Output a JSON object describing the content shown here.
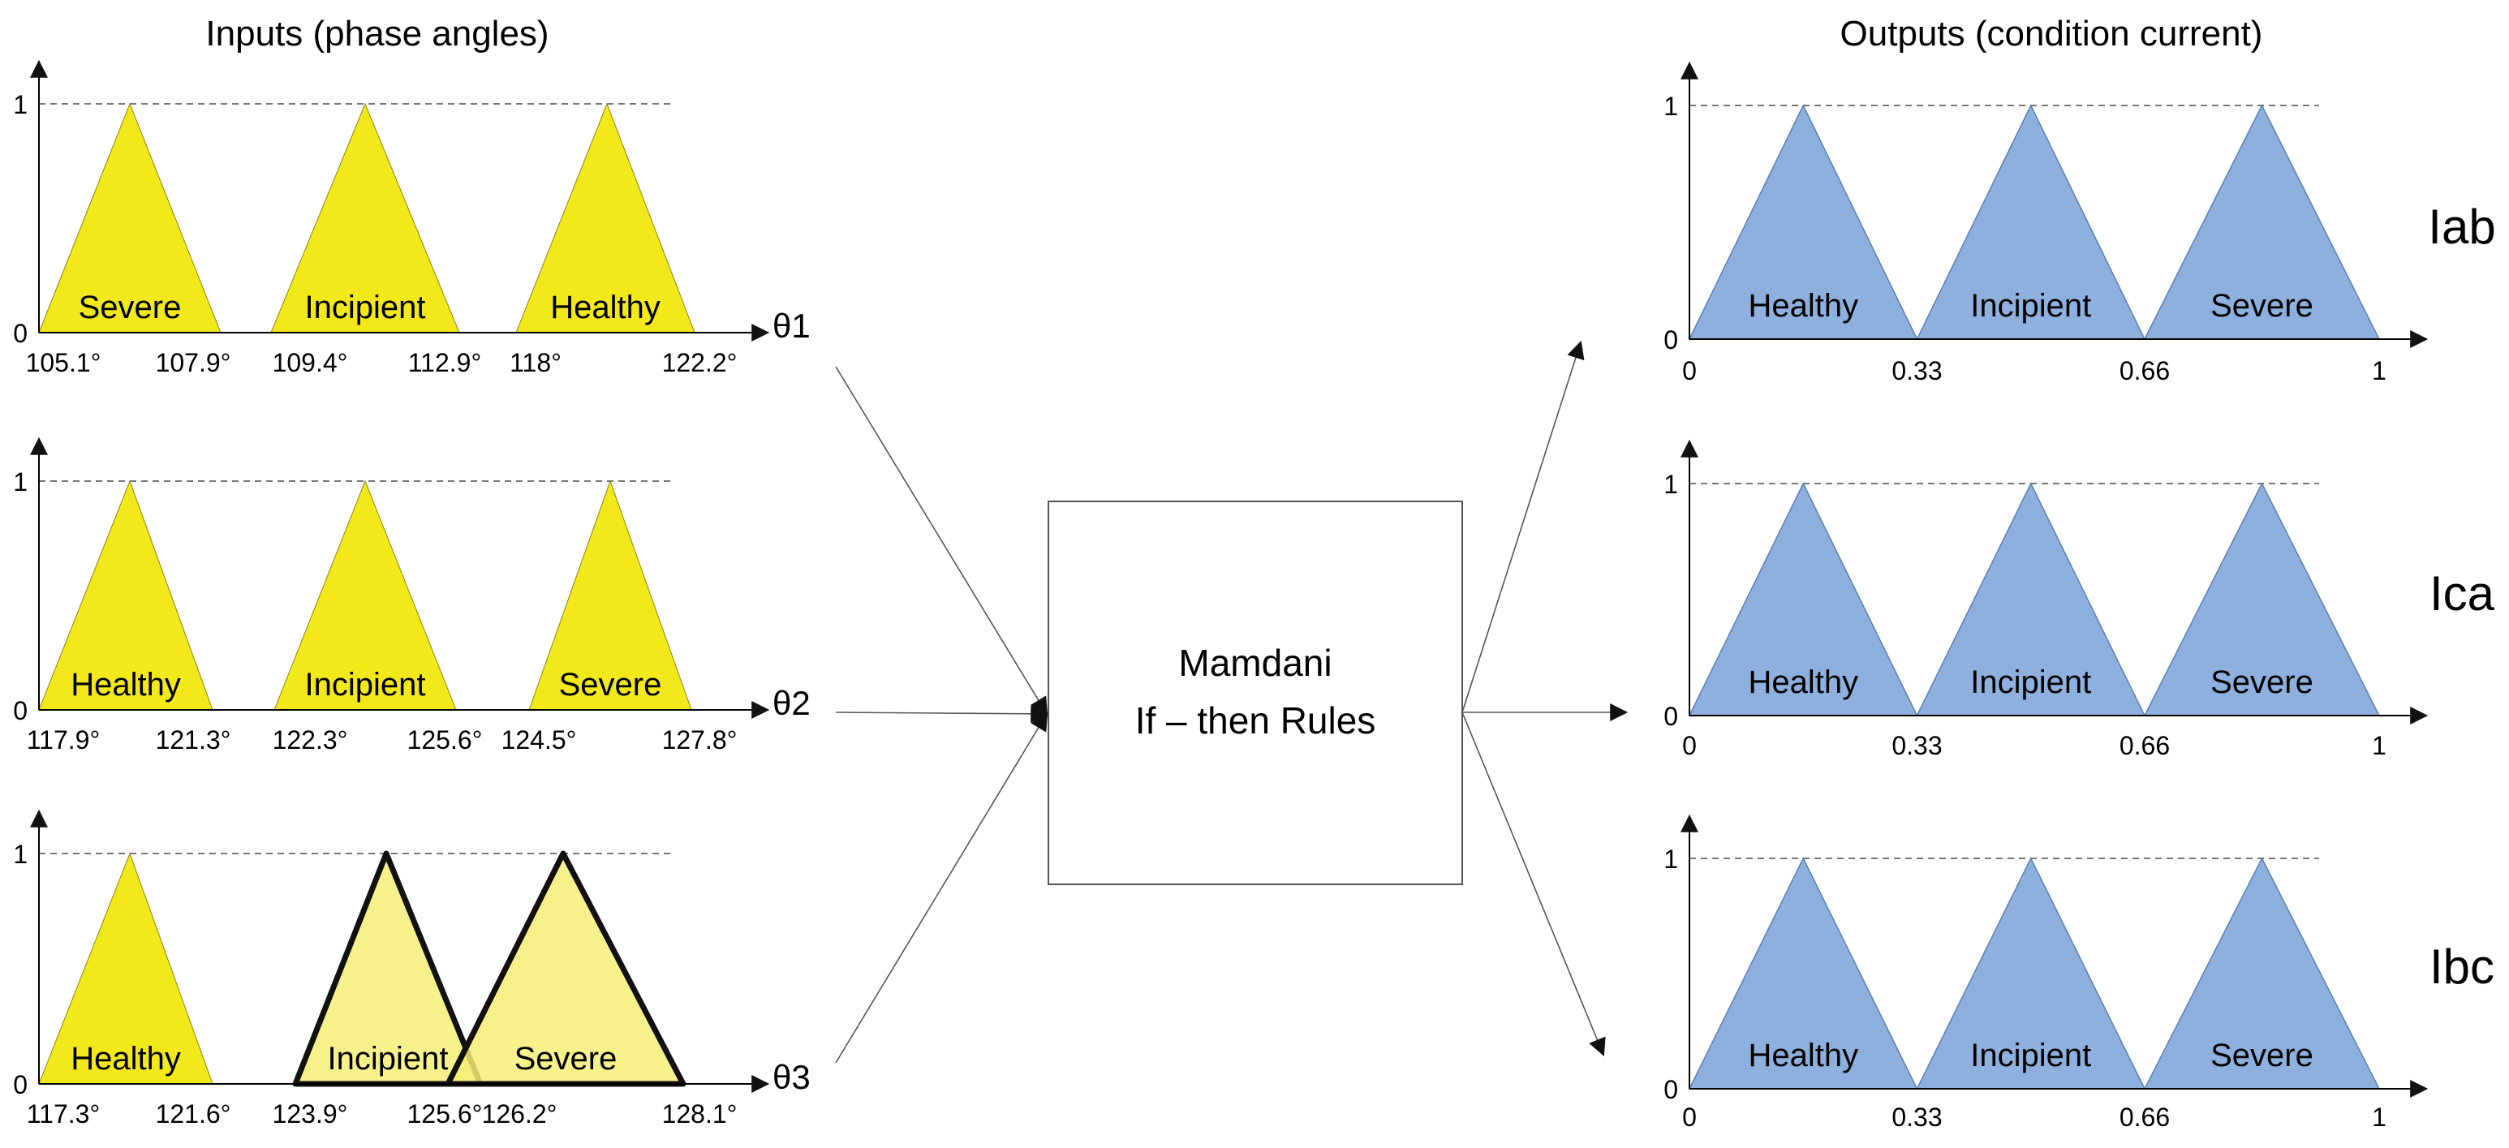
{
  "titles": {
    "inputs": "Inputs (phase angles)",
    "outputs": "Outputs (condition current)"
  },
  "y_ticks": [
    "0",
    "1"
  ],
  "colors": {
    "input_fill": "#f2e81a",
    "input_highlight_fill": "#f6ee78",
    "output_fill": "#8eb0de",
    "output_stroke": "#5a7fb0",
    "outline": "#111111"
  },
  "inputs": [
    {
      "symbol": "θ1",
      "ticks": [
        "105.1°",
        "107.9°",
        "109.4°",
        "112.9°",
        "118°",
        "122.2°"
      ],
      "sets": [
        {
          "label": "Severe",
          "range": [
            "105.1°",
            "107.9°"
          ],
          "highlighted": false
        },
        {
          "label": "Incipient",
          "range": [
            "109.4°",
            "112.9°"
          ],
          "highlighted": false
        },
        {
          "label": "Healthy",
          "range": [
            "118°",
            "122.2°"
          ],
          "highlighted": false
        }
      ]
    },
    {
      "symbol": "θ2",
      "ticks": [
        "117.9°",
        "121.3°",
        "122.3°",
        "125.6°",
        "124.5°",
        "127.8°"
      ],
      "sets": [
        {
          "label": "Healthy",
          "range": [
            "117.9°",
            "121.3°"
          ],
          "highlighted": false
        },
        {
          "label": "Incipient",
          "range": [
            "122.3°",
            "125.6°"
          ],
          "highlighted": false
        },
        {
          "label": "Severe",
          "range": [
            "124.5°",
            "127.8°"
          ],
          "highlighted": false
        }
      ]
    },
    {
      "symbol": "θ3",
      "ticks": [
        "117.3°",
        "121.6°",
        "123.9°",
        "125.6°",
        "126.2°",
        "128.1°"
      ],
      "sets": [
        {
          "label": "Healthy",
          "range": [
            "117.3°",
            "121.6°"
          ],
          "highlighted": false
        },
        {
          "label": "Incipient",
          "range": [
            "123.9°",
            "125.6°"
          ],
          "highlighted": true
        },
        {
          "label": "Severe",
          "range": [
            "126.2°",
            "128.1°"
          ],
          "highlighted": true
        }
      ]
    }
  ],
  "rule_box": {
    "line1": "Mamdani",
    "line2": "If – then Rules"
  },
  "outputs": [
    {
      "name": "Iab",
      "ticks": [
        "0",
        "0.33",
        "0.66",
        "1"
      ],
      "sets": [
        {
          "label": "Healthy",
          "range": [
            0,
            0.33
          ]
        },
        {
          "label": "Incipient",
          "range": [
            0.33,
            0.66
          ]
        },
        {
          "label": "Severe",
          "range": [
            0.66,
            1
          ]
        }
      ]
    },
    {
      "name": "Ica",
      "ticks": [
        "0",
        "0.33",
        "0.66",
        "1"
      ],
      "sets": [
        {
          "label": "Healthy",
          "range": [
            0,
            0.33
          ]
        },
        {
          "label": "Incipient",
          "range": [
            0.33,
            0.66
          ]
        },
        {
          "label": "Severe",
          "range": [
            0.66,
            1
          ]
        }
      ]
    },
    {
      "name": "Ibc",
      "ticks": [
        "0",
        "0.33",
        "0.66",
        "1"
      ],
      "sets": [
        {
          "label": "Healthy",
          "range": [
            0,
            0.33
          ]
        },
        {
          "label": "Incipient",
          "range": [
            0.33,
            0.66
          ]
        },
        {
          "label": "Severe",
          "range": [
            0.66,
            1
          ]
        }
      ]
    }
  ]
}
